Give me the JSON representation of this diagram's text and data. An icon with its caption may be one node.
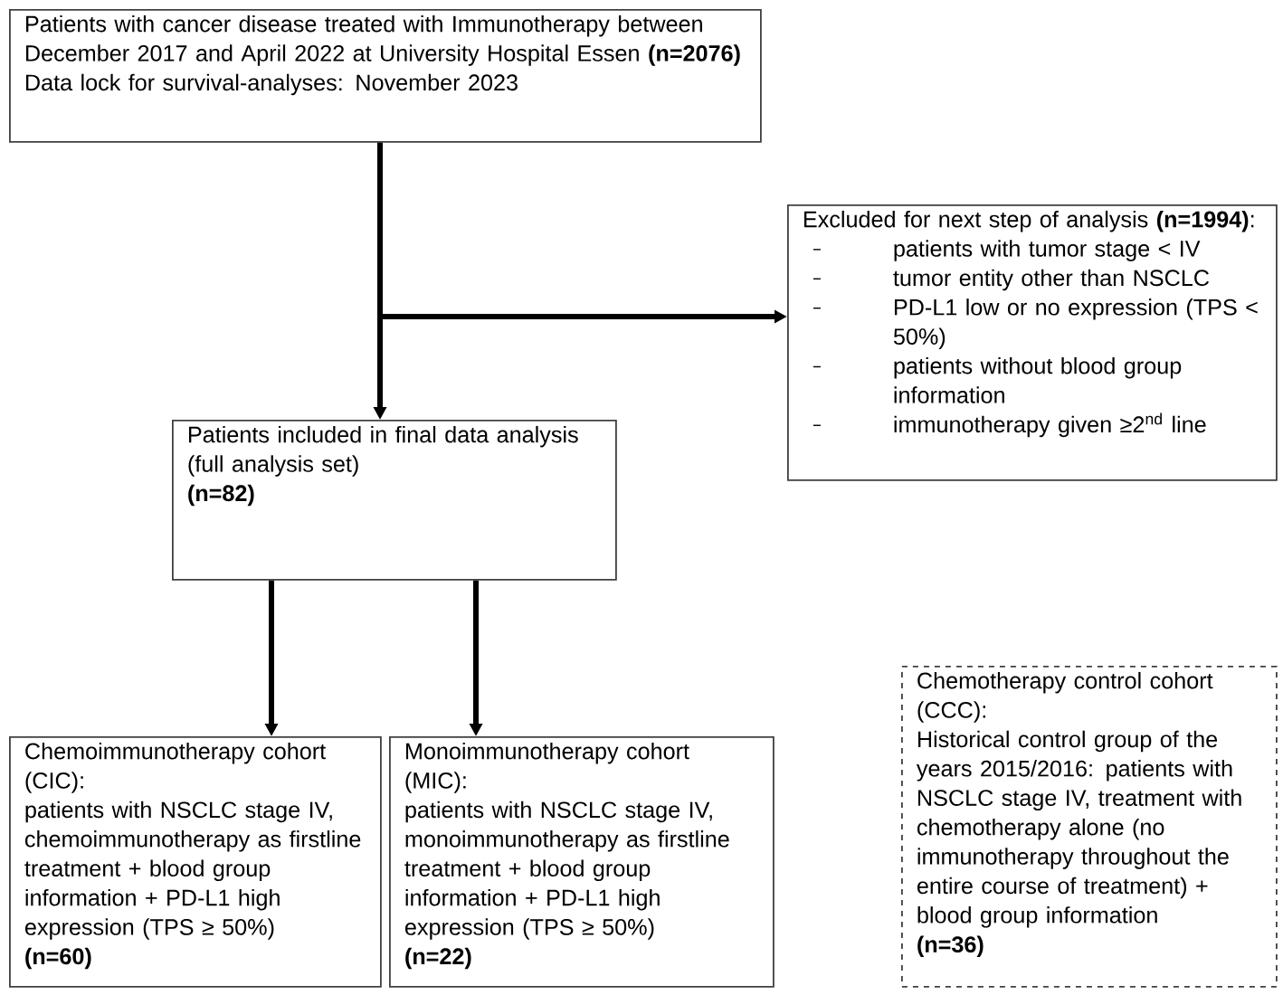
{
  "diagram": {
    "nodes": [
      {
        "text": [
          "Patients with cancer disease treated with Immunotherapy between December 2017 and April 2022 at University Hospital Essen **(n=2076)**",
          "Data lock for survival-analyses: November 2023"
        ]
      },
      {
        "text": [
          "Excluded for next step of analysis **(n=1994)**:",
          "patients with tumor stage < IV",
          "tumor entity other than NSCLC",
          "PD-L1 low or no expression (TPS < 50%)",
          "patients without blood group information",
          "immunotherapy given ≥2$^{nd}$ line"
        ]
      },
      {
        "text": [
          "Patients included in final data analysis (full analysis set)",
          "(n=82)"
        ]
      },
      {
        "text": [
          "Chemoimmunotherapy cohort (CIC):",
          "patients with NSCLC stage IV, chemoimmunotherapy as firstline treatment + blood group information + PD-L1 high expression (TPS ≥ 50%)",
          "(n=60)"
        ]
      },
      {
        "text": [
          "Monoimmunotherapy cohort (MIC):",
          "patients with NSCLC stage IV, monoimmunotherapy as firstline treatment + blood group information + PD-L1 high expression (TPS ≥ 50%)",
          "(n=22)"
        ]
      },
      {
        "text": [
          "Chemotherapy control cohort (CCC):",
          "Historical control group of the years 2015/2016: patients with NSCLC stage IV, treatment with chemotherapy alone (no immunotherapy throughout the entire course of treatment) + blood group information",
          "(n=36)"
        ]
      }
    ],
    "edges": [
      {
        "from": 0,
        "to": 2,
        "arrow": "to"
      },
      {
        "from": 0,
        "to": 1,
        "arrow": "to"
      },
      {
        "from": 2,
        "to": 3,
        "arrow": "to"
      },
      {
        "from": 2,
        "to": 4,
        "arrow": "to"
      }
    ]
  }
}
